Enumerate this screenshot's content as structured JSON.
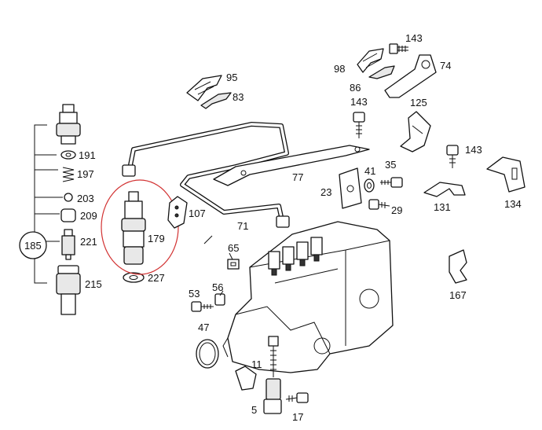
{
  "callouts": {
    "c143a": "143",
    "c98": "98",
    "c74": "74",
    "c86": "86",
    "c95": "95",
    "c83": "83",
    "c143b": "143",
    "c125": "125",
    "c143c": "143",
    "c191": "191",
    "c197": "197",
    "c203": "203",
    "c209": "209",
    "c185": "185",
    "c221": "221",
    "c215": "215",
    "c179": "179",
    "c227": "227",
    "c107": "107",
    "c77": "77",
    "c71": "71",
    "c23": "23",
    "c41": "41",
    "c35": "35",
    "c29": "29",
    "c131": "131",
    "c134": "134",
    "c65": "65",
    "c56": "56",
    "c53": "53",
    "c47": "47",
    "c11": "11",
    "c5": "5",
    "c17": "17",
    "c167": "167"
  },
  "highlight_color": "#d23232"
}
